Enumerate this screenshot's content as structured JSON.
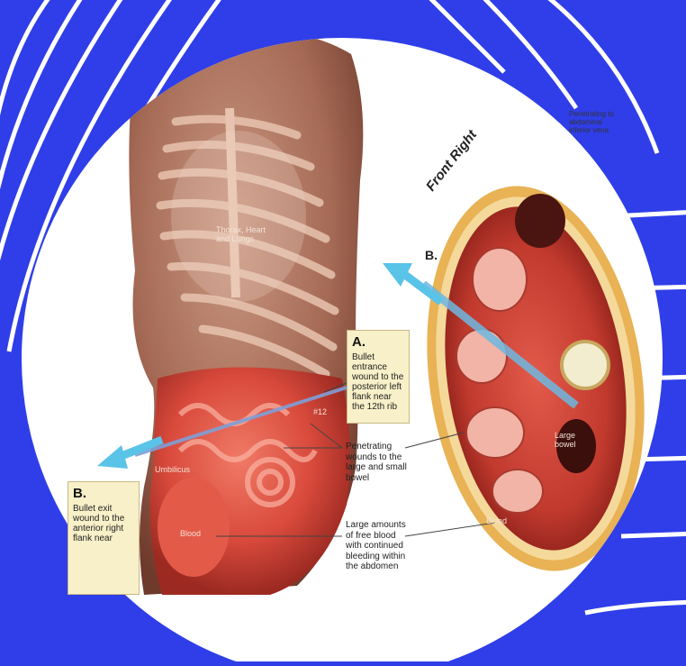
{
  "colors": {
    "background": "#2f3ee8",
    "arc_lines": "#ffffff",
    "circle": "#ffffff",
    "callout_bg": "#f8f0c8",
    "arrow": "#5ac3e8"
  },
  "labels": {
    "front_right": "Front Right",
    "callout_a": {
      "letter": "A.",
      "text": "Bullet entrance wound to the posterior left flank near the 12th rib"
    },
    "callout_b": {
      "letter": "B.",
      "text": "Bullet exit wound to the anterior right flank near"
    },
    "b_marker": "B.",
    "penetrating": "Penetrating wounds to the large and small bowel",
    "free_blood": "Large amounts of free blood with continued bleeding within the abdomen",
    "thorax": "Thorax, Heart and Lungs",
    "umbilicus": "Umbilicus",
    "blood_left": "Blood",
    "blood_right": "Blood",
    "large_bowel": "Large bowel",
    "rib12": "#12",
    "top_right_note": "Penetrating to abdominal inferior vena"
  }
}
